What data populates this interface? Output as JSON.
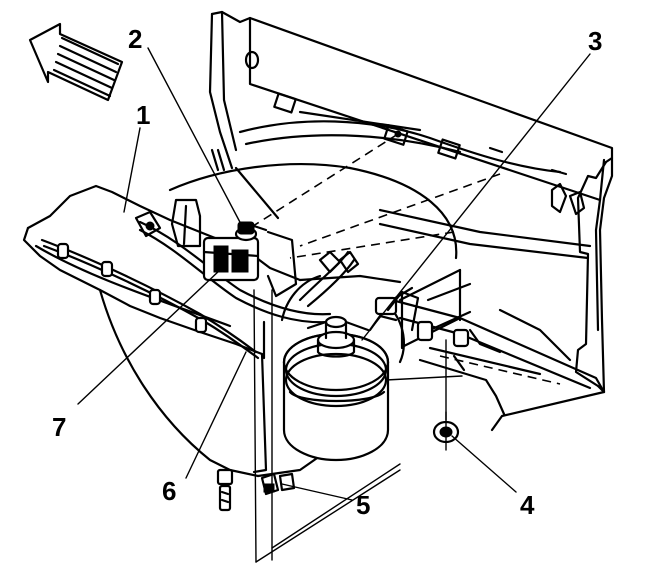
{
  "callouts": [
    {
      "id": "1",
      "label": "1"
    },
    {
      "id": "2",
      "label": "2"
    },
    {
      "id": "3",
      "label": "3"
    },
    {
      "id": "4",
      "label": "4"
    },
    {
      "id": "5",
      "label": "5"
    },
    {
      "id": "6",
      "label": "6"
    },
    {
      "id": "7",
      "label": "7"
    }
  ],
  "icons": [
    "front-direction-arrow-icon"
  ]
}
